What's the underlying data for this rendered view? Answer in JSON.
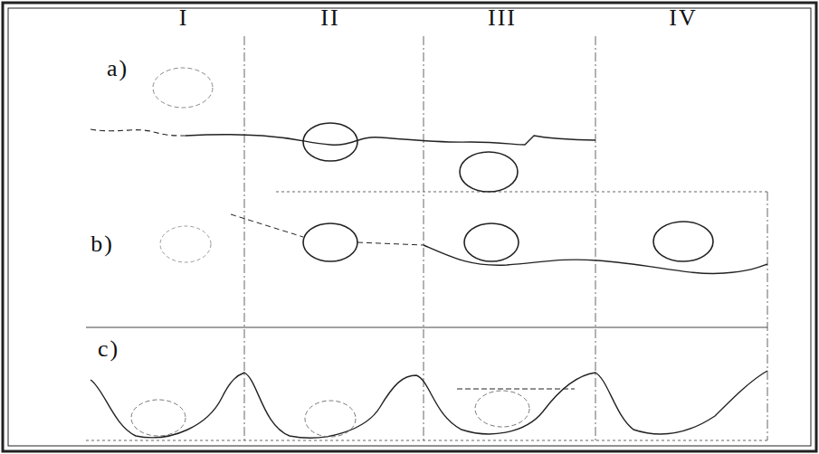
{
  "diagram": {
    "labels": [
      "I",
      "II",
      "III",
      "IV",
      "a)",
      "b)",
      "c)"
    ]
  }
}
